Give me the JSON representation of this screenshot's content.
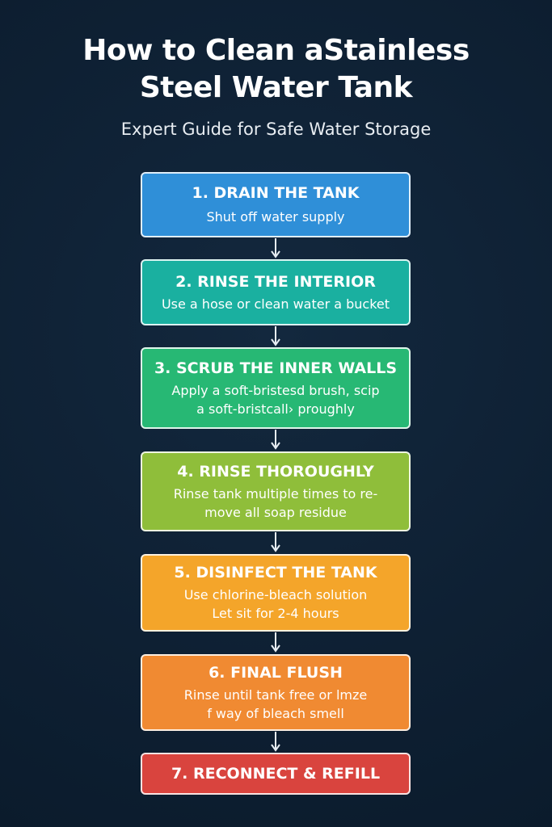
{
  "header": {
    "title_line1": "How to Clean aStainless",
    "title_line2": "Steel Water Tank",
    "subtitle": "Expert Guide for Safe Water Storage"
  },
  "steps": [
    {
      "title": "1. DRAIN THE TANK",
      "desc_line1": "Shut off water supply",
      "desc_line2": "",
      "color": "#2f8fd8"
    },
    {
      "title": "2. RINSE THE INTERIOR",
      "desc_line1": "Use a hose or clean water a bucket",
      "desc_line2": "",
      "color": "#1ab0a0"
    },
    {
      "title": "3. SCRUB THE INNER WALLS",
      "desc_line1": "Apply a soft-bristesd brush, scip",
      "desc_line2": "a soft-bristcall› proughly",
      "color": "#27b874"
    },
    {
      "title": "4. RINSE THOROUGHLY",
      "desc_line1": "Rinse tank multiple times to re-",
      "desc_line2": "move all soap residue",
      "color": "#8fbe3a"
    },
    {
      "title": "5. DISINFECT THE TANK",
      "desc_line1": "Use chlorine-bleach solution",
      "desc_line2": "Let sit for 2-4 hours",
      "color": "#f4a52a"
    },
    {
      "title": "6. FINAL FLUSH",
      "desc_line1": "Rinse until tank free or lmze",
      "desc_line2": "f way of bleach smell",
      "color": "#f08a32"
    },
    {
      "title": "7. RECONNECT & REFILL",
      "desc_line1": "",
      "desc_line2": "",
      "color": "#d9443e"
    }
  ]
}
